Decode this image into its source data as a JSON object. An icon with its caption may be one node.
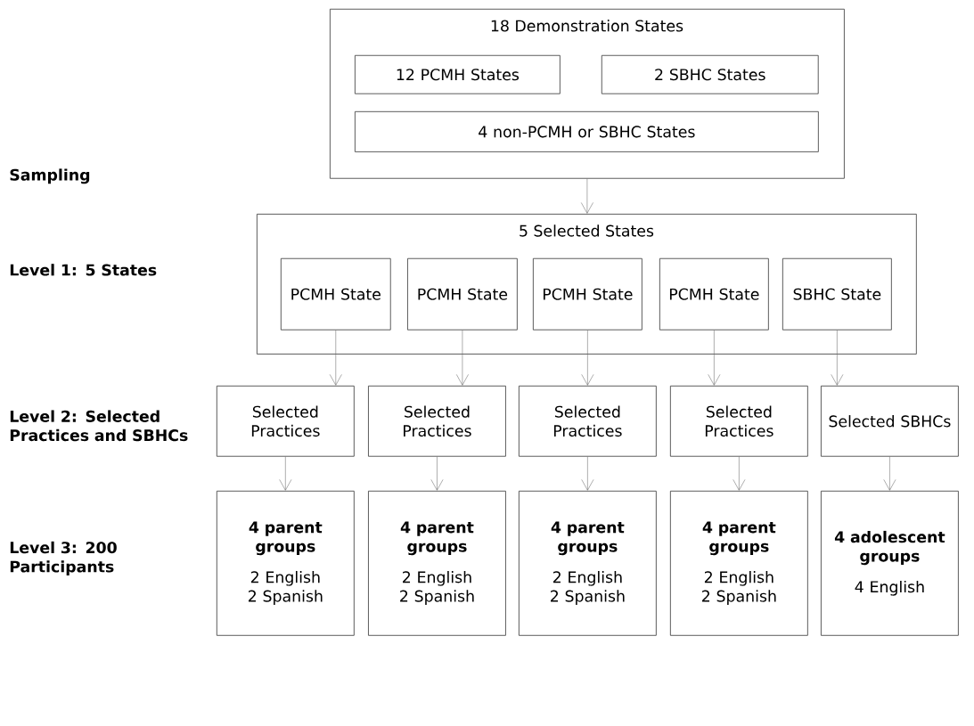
{
  "diagram": {
    "nodes": [
      {
        "text": [
          "18 Demonstration States"
        ]
      },
      {
        "text": [
          "12 PCMH States"
        ],
        "in": 0
      },
      {
        "text": [
          "2 SBHC States"
        ],
        "in": 0
      },
      {
        "text": [
          "4 non-PCMH or SBHC States"
        ],
        "in": 0
      },
      {
        "text": [
          "5 Selected States"
        ]
      },
      {
        "text": [
          "PCMH State"
        ],
        "in": 4
      },
      {
        "text": [
          "PCMH State"
        ],
        "in": 4
      },
      {
        "text": [
          "PCMH State"
        ],
        "in": 4
      },
      {
        "text": [
          "PCMH State"
        ],
        "in": 4
      },
      {
        "text": [
          "SBHC State"
        ],
        "in": 4
      },
      {
        "text": [
          "Selected Practices"
        ]
      },
      {
        "text": [
          "Selected Practices"
        ]
      },
      {
        "text": [
          "Selected Practices"
        ]
      },
      {
        "text": [
          "Selected Practices"
        ]
      },
      {
        "text": [
          "Selected SBHCs"
        ]
      },
      {
        "text": [
          "4 parent groups",
          "2 English 2 Spanish"
        ]
      },
      {
        "text": [
          "4 parent groups",
          "2 English 2 Spanish"
        ]
      },
      {
        "text": [
          "4 parent groups",
          "2 English 2 Spanish"
        ]
      },
      {
        "text": [
          "4 parent groups",
          "2 English 2 Spanish"
        ]
      },
      {
        "text": [
          "4 adolescent groups",
          "4 English"
        ]
      }
    ],
    "edges": [
      {
        "from": 0,
        "to": 4,
        "arrow": "to"
      },
      {
        "from": 5,
        "to": 10,
        "arrow": "to"
      },
      {
        "from": 6,
        "to": 11,
        "arrow": "to"
      },
      {
        "from": 7,
        "to": 12,
        "arrow": "to"
      },
      {
        "from": 8,
        "to": 13,
        "arrow": "to"
      },
      {
        "from": 9,
        "to": 14,
        "arrow": "to"
      },
      {
        "from": 10,
        "to": 15,
        "arrow": "to"
      },
      {
        "from": 11,
        "to": 16,
        "arrow": "to"
      },
      {
        "from": 12,
        "to": 17,
        "arrow": "to"
      },
      {
        "from": 13,
        "to": 18,
        "arrow": "to"
      },
      {
        "from": 14,
        "to": 19,
        "arrow": "to"
      }
    ],
    "labels": [
      "Sampling",
      "Level 1: 5 States",
      "Level 2: Selected Practices and SBHCs",
      "Level 3: 200 Participants"
    ]
  }
}
